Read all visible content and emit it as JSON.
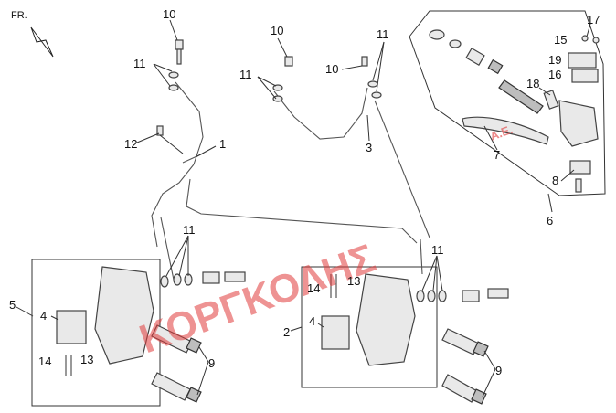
{
  "orientation_label": "FR.",
  "watermark": {
    "main": "ΚΟΡΓΚΟΛΗΣ",
    "suffix": "Α.Ε."
  },
  "callouts": {
    "c1": "1",
    "c2": "2",
    "c3": "3",
    "c4a": "4",
    "c4b": "4",
    "c5": "5",
    "c6": "6",
    "c7": "7",
    "c8": "8",
    "c9a": "9",
    "c9b": "9",
    "c10a": "10",
    "c10b": "10",
    "c10c": "10",
    "c11a": "11",
    "c11b": "11",
    "c11c": "11",
    "c11d": "11",
    "c11e": "11",
    "c12": "12",
    "c13a": "13",
    "c13b": "13",
    "c14a": "14",
    "c14b": "14",
    "c15": "15",
    "c16": "16",
    "c17": "17",
    "c18": "18",
    "c19": "19"
  }
}
